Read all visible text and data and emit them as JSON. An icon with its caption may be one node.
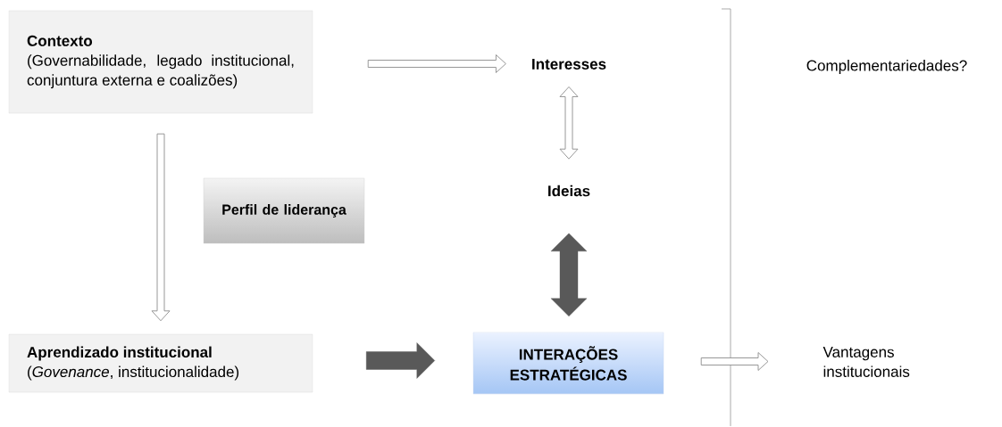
{
  "diagram": {
    "nodes": [
      {
        "text": [
          "Contexto",
          "(Governabilidade, legado institucional, conjuntura externa e coalizões)"
        ]
      },
      {
        "text": [
          "Interesses"
        ]
      },
      {
        "text": [
          "Ideias"
        ]
      },
      {
        "text": [
          "Perfil de liderança"
        ]
      },
      {
        "text": [
          "Aprendizado institucional",
          "(*Govenance*, institucionalidade)"
        ]
      },
      {
        "text": [
          "INTERAÇÕES ESTRATÉGICAS"
        ]
      },
      {
        "text": [
          "Vantagens institucionais"
        ]
      }
    ],
    "edges": [
      {
        "from": 0,
        "to": 1,
        "arrow": "to"
      },
      {
        "from": 1,
        "to": 2,
        "arrow": "both"
      },
      {
        "from": 2,
        "to": 5,
        "arrow": "both",
        "style": "thick",
        "color": "#595959"
      },
      {
        "from": 0,
        "to": 4,
        "arrow": "to"
      },
      {
        "from": 4,
        "to": 5,
        "arrow": "to",
        "style": "thick",
        "color": "#595959"
      },
      {
        "from": 5,
        "to": 6,
        "arrow": "to"
      }
    ],
    "labels": [
      "Complementariedades?"
    ]
  }
}
